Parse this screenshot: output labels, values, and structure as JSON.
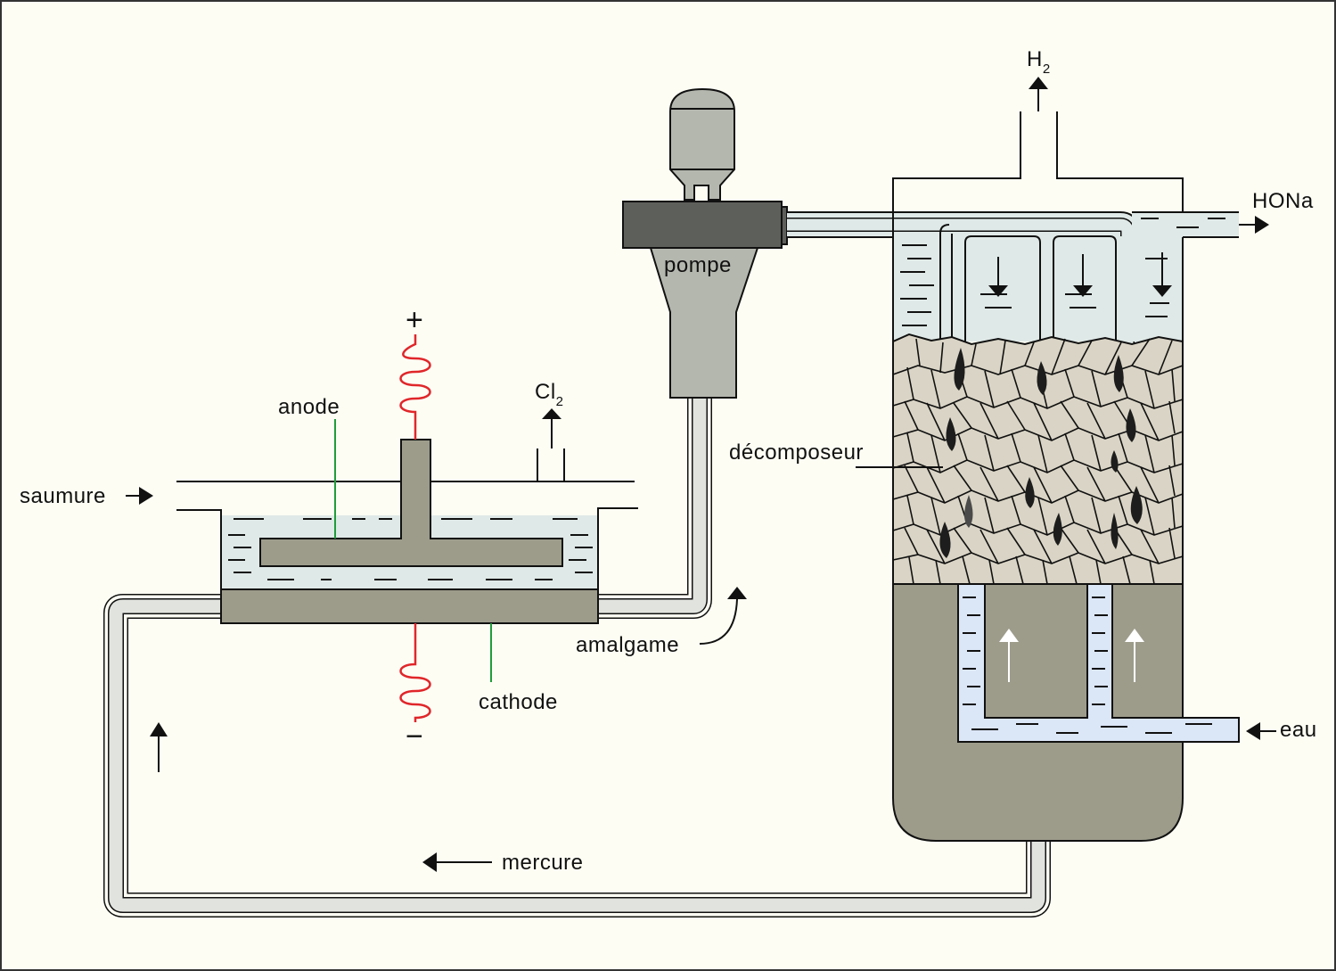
{
  "labels": {
    "saumure": "saumure",
    "anode": "anode",
    "plus": "+",
    "minus": "−",
    "cl2_base": "Cl",
    "cl2_sub": "2",
    "pompe": "pompe",
    "amalgame": "amalgame",
    "cathode": "cathode",
    "mercure": "mercure",
    "decomposeur": "décomposeur",
    "h2_base": "H",
    "h2_sub": "2",
    "hona": "HONa",
    "eau": "eau"
  },
  "colors": {
    "background": "#fdfdf4",
    "metal": "#9d9c8b",
    "brine": "#dfe9e7",
    "water": "#dbe6f7",
    "pump": "#b4b7ae",
    "pump_dark": "#5d5f5b",
    "pipe": "#e0e3de",
    "packing": "#d9d4c5",
    "wire_red": "#e0262a",
    "leader_green": "#1f9d3a",
    "droplet": "#1d1d1d",
    "outline": "#111111"
  }
}
